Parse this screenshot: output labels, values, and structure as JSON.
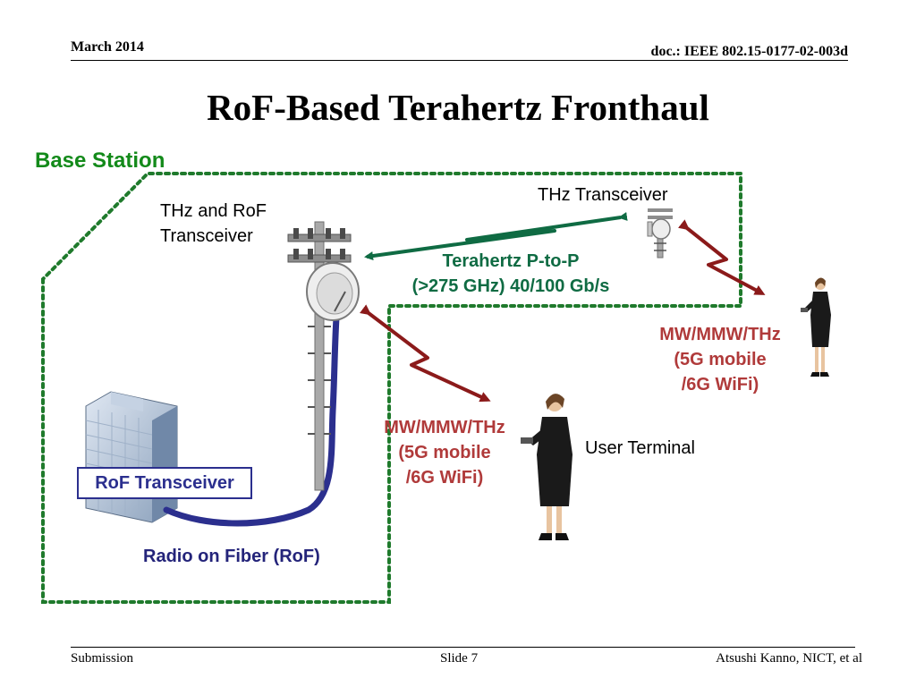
{
  "header": {
    "date": "March 2014",
    "doc": "doc.: IEEE 802.15-0177-02-003d"
  },
  "title": "RoF-Based Terahertz Fronthaul",
  "diagram": {
    "base_station": "Base Station",
    "thz_rof_transceiver": [
      "THz and RoF",
      "Transceiver"
    ],
    "thz_transceiver": "THz Transceiver",
    "terahertz_link": [
      "Terahertz P-to-P",
      "(>275 GHz) 40/100 Gb/s"
    ],
    "wireless_link_right": [
      "MW/MMW/THz",
      "(5G mobile",
      "/6G WiFi)"
    ],
    "wireless_link_left": [
      "MW/MMW/THz",
      "(5G mobile",
      "/6G WiFi)"
    ],
    "user_terminal": "User Terminal",
    "rof_transceiver": "RoF Transceiver",
    "radio_on_fiber": "Radio on Fiber (RoF)"
  },
  "colors": {
    "base_station": "#138a1a",
    "terahertz": "#0f6b43",
    "wireless": "#b03a3a",
    "fiber": "#2b2f8e"
  },
  "footer": {
    "left": "Submission",
    "center": "Slide 7",
    "right": "Atsushi Kanno, NICT, et al"
  }
}
